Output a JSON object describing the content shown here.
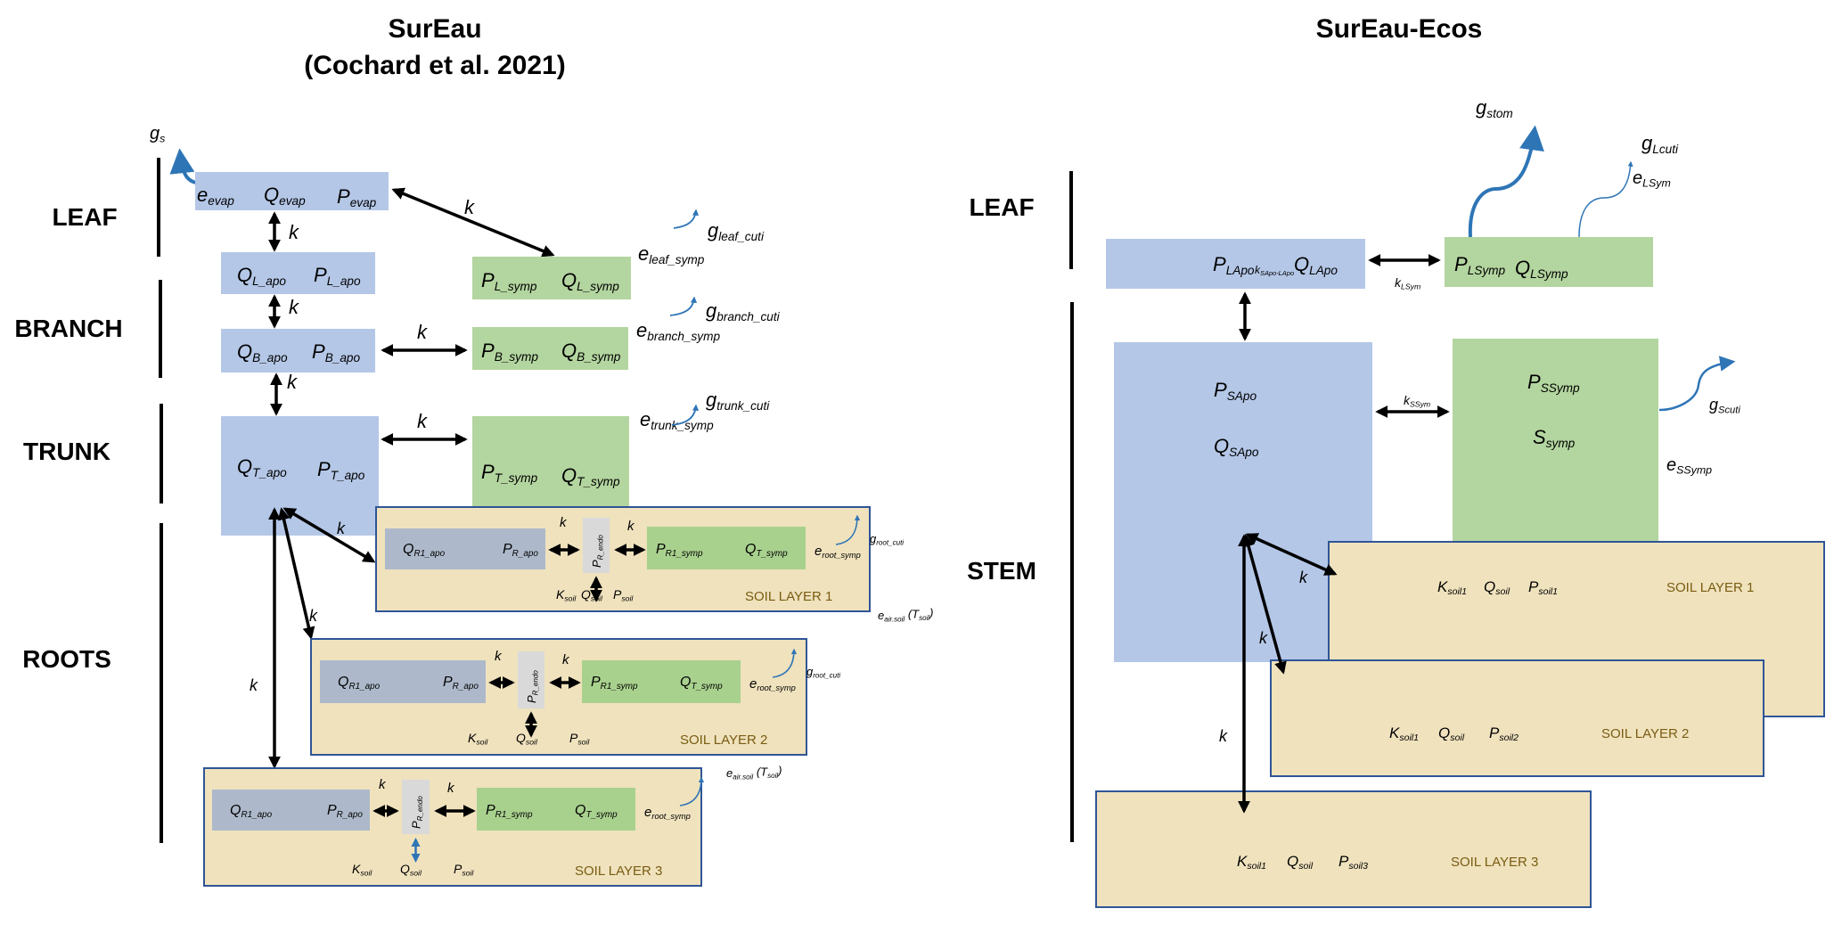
{
  "colors": {
    "apoplasm": "#b4c7e7",
    "symplasm": "#b3d59f",
    "root_apoplasm": "#adb9ca",
    "root_symplasm": "#a9d18e",
    "endodermis": "#d9d9d9",
    "soil": "#efe2bd",
    "soil_border": "#2f5597",
    "flux_arrow": "#2e75b6",
    "soil_label_text": "#7a5c12"
  },
  "left": {
    "title_line1": "SurEau",
    "title_line2": "(Cochard et al. 2021)",
    "sections": {
      "leaf": "LEAF",
      "branch": "BRANCH",
      "trunk": "TRUNK",
      "roots": "ROOTS"
    },
    "k": "k",
    "gs": {
      "base": "g",
      "sub": "s"
    },
    "evap": {
      "e": {
        "base": "e",
        "sub": "evap"
      },
      "q": {
        "base": "Q",
        "sub": "evap"
      },
      "p": {
        "base": "P",
        "sub": "evap"
      }
    },
    "leaf_apo": {
      "q": {
        "base": "Q",
        "sub": "L_apo"
      },
      "p": {
        "base": "P",
        "sub": "L_apo"
      }
    },
    "leaf_symp": {
      "p": {
        "base": "P",
        "sub": "L_symp"
      },
      "q": {
        "base": "Q",
        "sub": "L_symp"
      }
    },
    "leaf_e": {
      "base": "e",
      "sub": "leaf_symp"
    },
    "leaf_g": {
      "base": "g",
      "sub": "leaf_cuti"
    },
    "branch_apo": {
      "q": {
        "base": "Q",
        "sub": "B_apo"
      },
      "p": {
        "base": "P",
        "sub": "B_apo"
      }
    },
    "branch_symp": {
      "p": {
        "base": "P",
        "sub": "B_symp"
      },
      "q": {
        "base": "Q",
        "sub": "B_symp"
      }
    },
    "branch_e": {
      "base": "e",
      "sub": "branch_symp"
    },
    "branch_g": {
      "base": "g",
      "sub": "branch_cuti"
    },
    "trunk_apo": {
      "q": {
        "base": "Q",
        "sub": "T_apo"
      },
      "p": {
        "base": "P",
        "sub": "T_apo"
      }
    },
    "trunk_symp": {
      "p": {
        "base": "P",
        "sub": "T_symp"
      },
      "q": {
        "base": "Q",
        "sub": "T_symp"
      }
    },
    "trunk_e": {
      "base": "e",
      "sub": "trunk_symp"
    },
    "trunk_g": {
      "base": "g",
      "sub": "trunk_cuti"
    },
    "soil_layers": [
      {
        "label": "SOIL LAYER 1",
        "q_apo": {
          "base": "Q",
          "sub": "R1_apo"
        },
        "p_apo": {
          "base": "P",
          "sub": "R_apo"
        },
        "p_endo": {
          "base": "P",
          "sub": "R_endo"
        },
        "p_symp": {
          "base": "P",
          "sub": "R1_symp"
        },
        "q_symp": {
          "base": "Q",
          "sub": "T_symp"
        },
        "e_root": {
          "base": "e",
          "sub": "root_symp"
        },
        "g_root": {
          "base": "g",
          "sub": "root_cuti"
        },
        "k_soil": {
          "base": "K",
          "sub": "soil"
        },
        "q_soil": {
          "base": "Q",
          "sub": "soil"
        },
        "p_soil": {
          "base": "P",
          "sub": "soil"
        }
      },
      {
        "label": "SOIL LAYER 2",
        "q_apo": {
          "base": "Q",
          "sub": "R1_apo"
        },
        "p_apo": {
          "base": "P",
          "sub": "R_apo"
        },
        "p_endo": {
          "base": "P",
          "sub": "R_endo"
        },
        "p_symp": {
          "base": "P",
          "sub": "R1_symp"
        },
        "q_symp": {
          "base": "Q",
          "sub": "T_symp"
        },
        "e_root": {
          "base": "e",
          "sub": "root_symp"
        },
        "g_root": {
          "base": "g",
          "sub": "root_cuti"
        },
        "k_soil": {
          "base": "K",
          "sub": "soil"
        },
        "q_soil": {
          "base": "Q",
          "sub": "soil"
        },
        "p_soil": {
          "base": "P",
          "sub": "soil"
        },
        "e_air": {
          "base": "e",
          "sub": "air.soil",
          "suffix_base": "(T",
          "suffix_sub": "soil",
          "suffix_end": ")"
        }
      },
      {
        "label": "SOIL LAYER 3",
        "q_apo": {
          "base": "Q",
          "sub": "R1_apo"
        },
        "p_apo": {
          "base": "P",
          "sub": "R_apo"
        },
        "p_endo": {
          "base": "P",
          "sub": "R_endo"
        },
        "p_symp": {
          "base": "P",
          "sub": "R1_symp"
        },
        "q_symp": {
          "base": "Q",
          "sub": "T_symp"
        },
        "e_root": {
          "base": "e",
          "sub": "root_symp"
        },
        "k_soil": {
          "base": "K",
          "sub": "soil"
        },
        "q_soil": {
          "base": "Q",
          "sub": "soil"
        },
        "p_soil": {
          "base": "P",
          "sub": "soil"
        },
        "e_air": {
          "base": "e",
          "sub": "air.soil",
          "suffix_base": "(T",
          "suffix_sub": "soil",
          "suffix_end": ")"
        }
      }
    ]
  },
  "right": {
    "title": "SurEau-Ecos",
    "sections": {
      "leaf": "LEAF",
      "stem": "STEM"
    },
    "k": "k",
    "leaf_apo": {
      "p": {
        "base": "P",
        "sub": "LApo"
      },
      "q": {
        "base": "Q",
        "sub": "LApo"
      }
    },
    "leaf_symp": {
      "p": {
        "base": "P",
        "sub": "LSymp"
      },
      "q": {
        "base": "Q",
        "sub": "LSymp"
      }
    },
    "k_lsym": {
      "base": "k",
      "sub": "LSym"
    },
    "g_stom": {
      "base": "g",
      "sub": "stom"
    },
    "g_lcuti": {
      "base": "g",
      "sub": "Lcuti"
    },
    "e_lsym": {
      "base": "e",
      "sub": "LSym"
    },
    "k_sapo_lapo": {
      "base": "k",
      "sub": "SApo-LApo"
    },
    "stem_apo": {
      "p": {
        "base": "P",
        "sub": "SApo"
      },
      "q": {
        "base": "Q",
        "sub": "SApo"
      }
    },
    "stem_symp": {
      "p": {
        "base": "P",
        "sub": "SSymp"
      },
      "s": {
        "base": "S",
        "sub": "symp"
      }
    },
    "k_ssym": {
      "base": "k",
      "sub": "SSym"
    },
    "g_scuti": {
      "base": "g",
      "sub": "Scuti"
    },
    "e_ssymp": {
      "base": "e",
      "sub": "SSymp"
    },
    "soil_layers": [
      {
        "label": "SOIL LAYER 1",
        "k": {
          "base": "K",
          "sub": "soil1"
        },
        "q": {
          "base": "Q",
          "sub": "soil"
        },
        "p": {
          "base": "P",
          "sub": "soil1"
        }
      },
      {
        "label": "SOIL LAYER 2",
        "k": {
          "base": "K",
          "sub": "soil1"
        },
        "q": {
          "base": "Q",
          "sub": "soil"
        },
        "p": {
          "base": "P",
          "sub": "soil2"
        }
      },
      {
        "label": "SOIL LAYER 3",
        "k": {
          "base": "K",
          "sub": "soil1"
        },
        "q": {
          "base": "Q",
          "sub": "soil"
        },
        "p": {
          "base": "P",
          "sub": "soil3"
        }
      }
    ]
  }
}
